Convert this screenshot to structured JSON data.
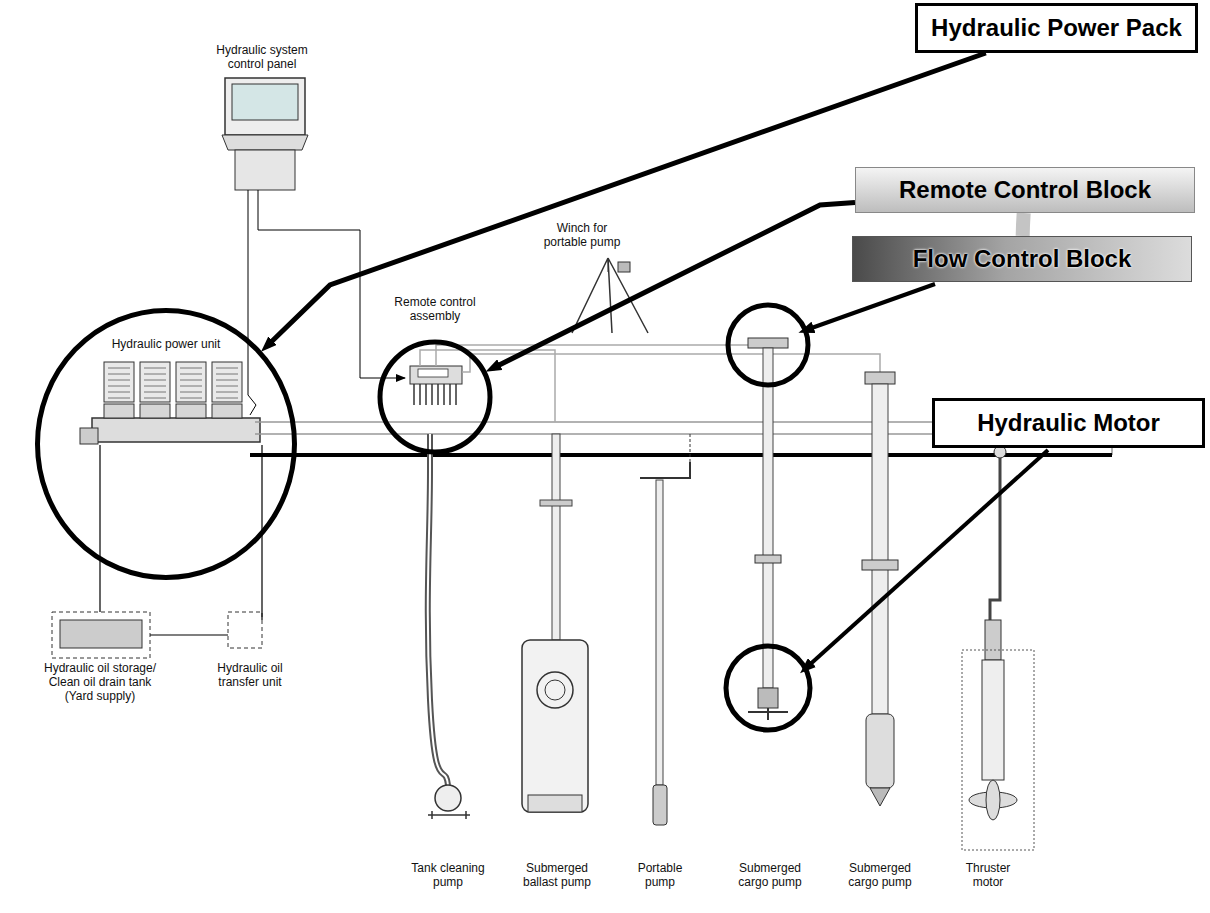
{
  "diagram": {
    "nodes": [
      {
        "text": [
          "Hydraulic Power Pack"
        ]
      },
      {
        "text": [
          "Remote Control Block"
        ]
      },
      {
        "text": [
          "Flow Control Block"
        ]
      },
      {
        "text": [
          "Hydraulic Motor"
        ]
      },
      {
        "text": [
          "Hydraulic power unit"
        ]
      },
      {
        "text": [
          "Remote control assembly"
        ]
      }
    ],
    "edges": [
      {
        "from": 0,
        "to": 4,
        "arrow": "to"
      },
      {
        "from": 1,
        "to": 5,
        "arrow": "to"
      },
      {
        "from": 1,
        "to": 2,
        "arrow": "none"
      }
    ],
    "labels": [
      "Hydraulic system control panel",
      "Winch for portable pump",
      "Hydraulic oil storage/ Clean oil drain tank (Yard supply)",
      "Hydraulic oil transfer unit",
      "Tank cleaning pump",
      "Submerged ballast pump",
      "Portable pump",
      "Submerged cargo pump",
      "Submerged cargo pump",
      "Thruster motor"
    ]
  }
}
